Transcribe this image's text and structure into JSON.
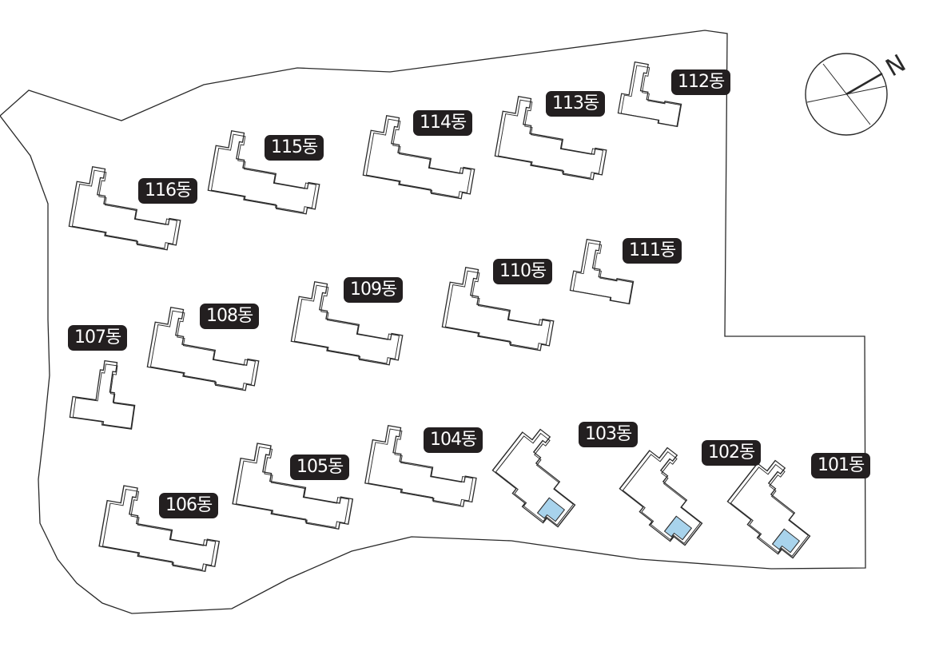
{
  "map": {
    "label_bg_color": "#231f20",
    "highlight_color": "#a8d3ec",
    "compass": {
      "north_label": "N"
    },
    "buildings": [
      {
        "id": "101",
        "label": "101동",
        "highlighted": true
      },
      {
        "id": "102",
        "label": "102동",
        "highlighted": true
      },
      {
        "id": "103",
        "label": "103동",
        "highlighted": true
      },
      {
        "id": "104",
        "label": "104동",
        "highlighted": false
      },
      {
        "id": "105",
        "label": "105동",
        "highlighted": false
      },
      {
        "id": "106",
        "label": "106동",
        "highlighted": false
      },
      {
        "id": "107",
        "label": "107동",
        "highlighted": false
      },
      {
        "id": "108",
        "label": "108동",
        "highlighted": false
      },
      {
        "id": "109",
        "label": "109동",
        "highlighted": false
      },
      {
        "id": "110",
        "label": "110동",
        "highlighted": false
      },
      {
        "id": "111",
        "label": "111동",
        "highlighted": false
      },
      {
        "id": "112",
        "label": "112동",
        "highlighted": false
      },
      {
        "id": "113",
        "label": "113동",
        "highlighted": false
      },
      {
        "id": "114",
        "label": "114동",
        "highlighted": false
      },
      {
        "id": "115",
        "label": "115동",
        "highlighted": false
      },
      {
        "id": "116",
        "label": "116동",
        "highlighted": false
      }
    ]
  }
}
